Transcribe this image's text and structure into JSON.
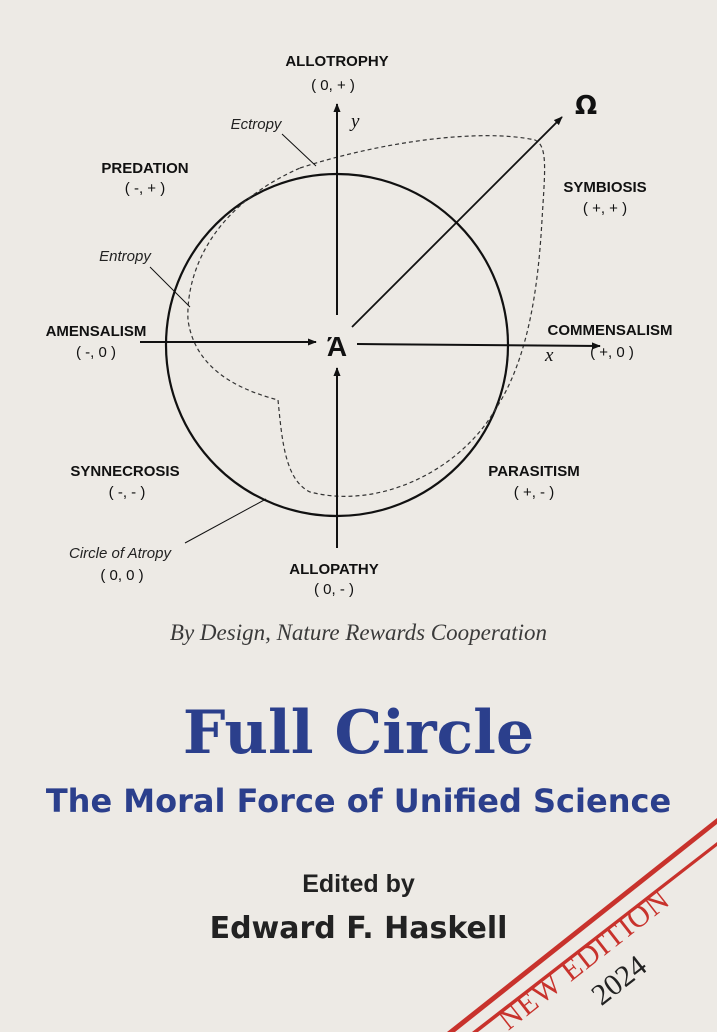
{
  "diagram": {
    "axis_x_letter": "x",
    "axis_y_letter": "y",
    "center_symbol": "Ά",
    "omega_symbol": "Ω",
    "labels": {
      "allotrophy": {
        "name": "ALLOTROPHY",
        "coord": "( 0, + )"
      },
      "predation": {
        "name": "PREDATION",
        "coord": "( -, + )"
      },
      "symbiosis": {
        "name": "SYMBIOSIS",
        "coord": "( +, + )"
      },
      "amensalism": {
        "name": "AMENSALISM",
        "coord": "( -, 0 )"
      },
      "commensalism": {
        "name": "COMMENSALISM",
        "coord": "( +, 0 )"
      },
      "synnecrosis": {
        "name": "SYNNECROSIS",
        "coord": "( -, - )"
      },
      "parasitism": {
        "name": "PARASITISM",
        "coord": "( +, - )"
      },
      "allopathy": {
        "name": "ALLOPATHY",
        "coord": "( 0, - )"
      }
    },
    "annotations": {
      "ectropy": "Ectropy",
      "entropy": "Entropy",
      "circle_of_atropy": "Circle of Atropy",
      "circle_coord": "( 0, 0 )"
    }
  },
  "tagline": "By Design, Nature Rewards Cooperation",
  "title": "Full Circle",
  "subtitle": "The Moral Force of Unified Science",
  "edited_by": "Edited by",
  "author": "Edward F. Haskell",
  "sash": {
    "line1": "NEW EDITION",
    "line2": "2024"
  },
  "colors": {
    "title_blue": "#2b3f8c",
    "sash_red": "#c8322c",
    "background": "#edeae5"
  }
}
